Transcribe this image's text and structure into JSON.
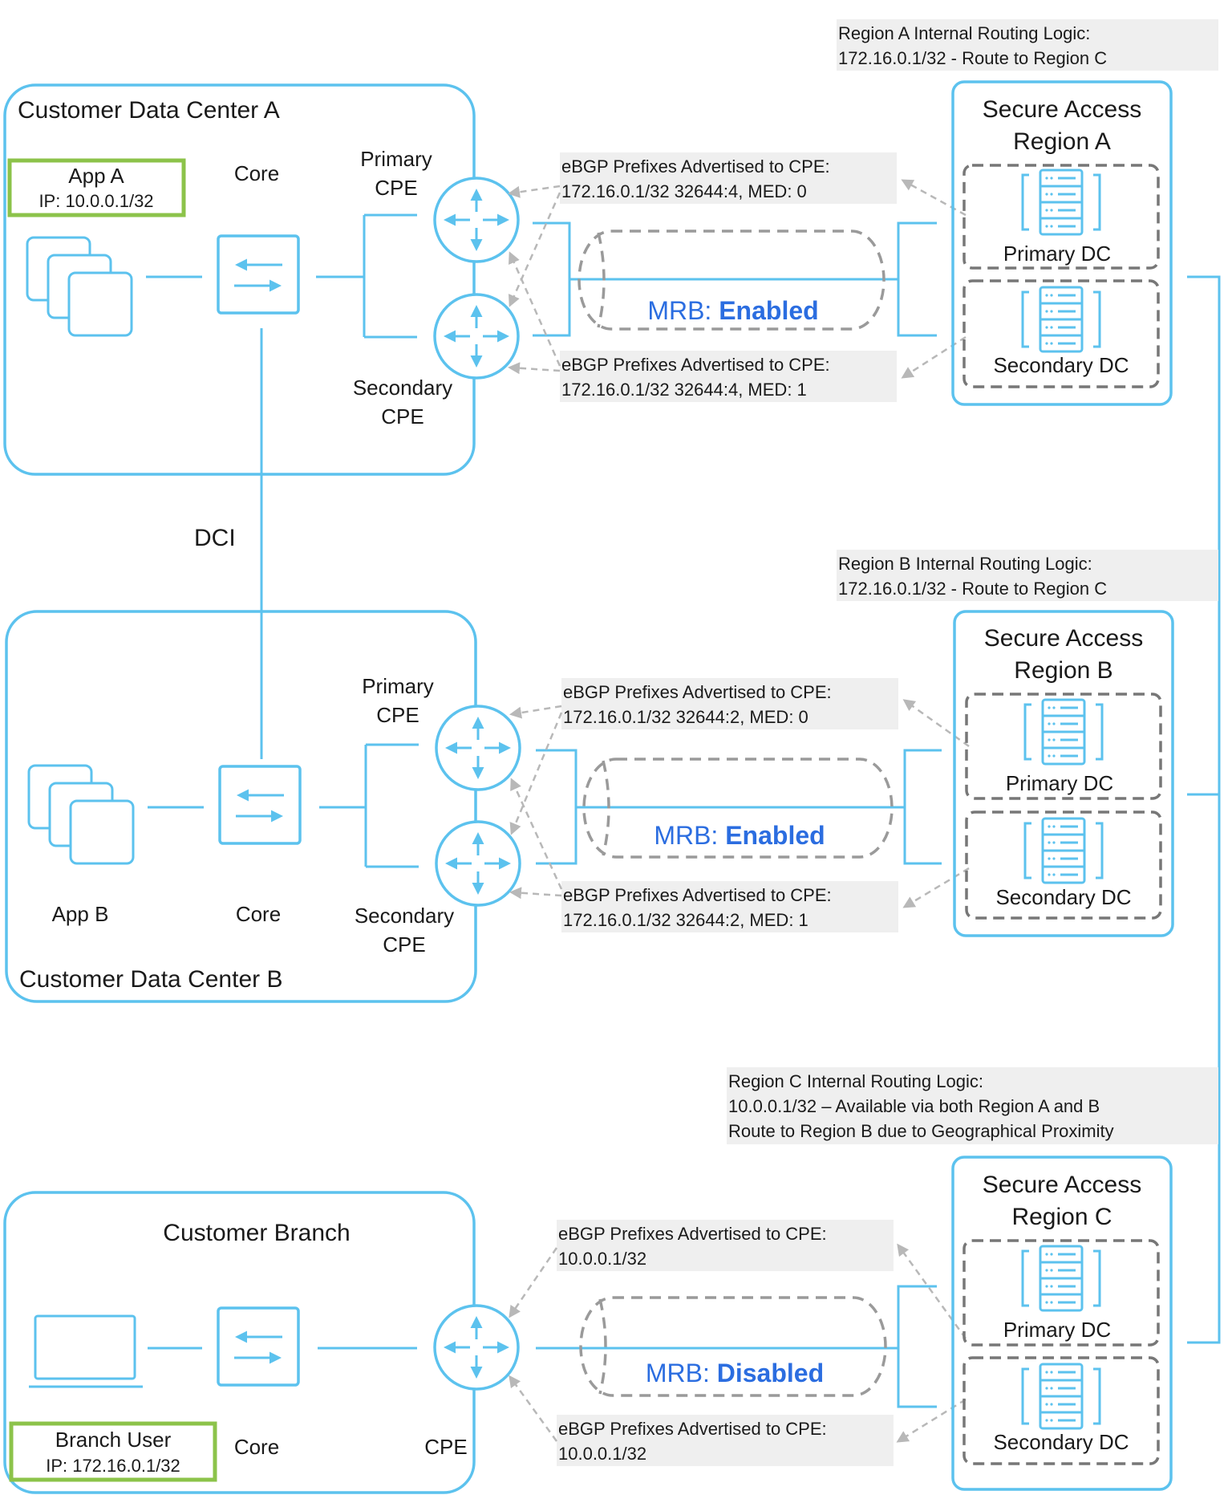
{
  "colors": {
    "accent": "#5cc2ee",
    "mrb_text": "#2b6de0",
    "app_highlight": "#8cc34a",
    "arrow": "#b8b8b8",
    "dashed_box": "#777777"
  },
  "dci_label": "DCI",
  "dc_a": {
    "title": "Customer Data Center A",
    "app_label": "App A",
    "app_ip": "IP: 10.0.0.1/32",
    "core_label": "Core",
    "primary_cpe": [
      "Primary",
      "CPE"
    ],
    "secondary_cpe": [
      "Secondary",
      "CPE"
    ],
    "ebgp_primary": [
      "eBGP Prefixes Advertised to CPE:",
      "172.16.0.1/32 32644:4, MED: 0"
    ],
    "ebgp_secondary": [
      "eBGP Prefixes Advertised to CPE:",
      "172.16.0.1/32 32644:4, MED: 1"
    ],
    "mrb_prefix": "MRB: ",
    "mrb_state": "Enabled"
  },
  "dc_b": {
    "title": "Customer Data Center B",
    "app_label": "App B",
    "core_label": "Core",
    "primary_cpe": [
      "Primary",
      "CPE"
    ],
    "secondary_cpe": [
      "Secondary",
      "CPE"
    ],
    "ebgp_primary": [
      "eBGP Prefixes Advertised to CPE:",
      "172.16.0.1/32 32644:2, MED: 0"
    ],
    "ebgp_secondary": [
      "eBGP Prefixes Advertised to CPE:",
      "172.16.0.1/32 32644:2, MED: 1"
    ],
    "mrb_prefix": "MRB: ",
    "mrb_state": "Enabled"
  },
  "branch": {
    "title": "Customer Branch",
    "user_label": "Branch User",
    "user_ip": "IP: 172.16.0.1/32",
    "core_label": "Core",
    "cpe_label": "CPE",
    "ebgp_top": [
      "eBGP Prefixes Advertised to CPE:",
      "10.0.0.1/32"
    ],
    "ebgp_bottom": [
      "eBGP Prefixes Advertised to CPE:",
      "10.0.0.1/32"
    ],
    "mrb_prefix": "MRB: ",
    "mrb_state": "Disabled"
  },
  "region_a": {
    "title": [
      "Secure Access",
      "Region A"
    ],
    "primary_dc": "Primary DC",
    "secondary_dc": "Secondary DC",
    "routing_logic": [
      "Region A Internal Routing Logic:",
      "172.16.0.1/32 - Route to Region C"
    ]
  },
  "region_b": {
    "title": [
      "Secure Access",
      "Region B"
    ],
    "primary_dc": "Primary DC",
    "secondary_dc": "Secondary DC",
    "routing_logic": [
      "Region B Internal Routing Logic:",
      "172.16.0.1/32 - Route to Region C"
    ]
  },
  "region_c": {
    "title": [
      "Secure Access",
      "Region C"
    ],
    "primary_dc": "Primary DC",
    "secondary_dc": "Secondary DC",
    "routing_logic": [
      "Region C Internal Routing Logic:",
      "10.0.0.1/32 – Available via both Region A and B",
      "Route to Region B due to Geographical Proximity"
    ]
  }
}
